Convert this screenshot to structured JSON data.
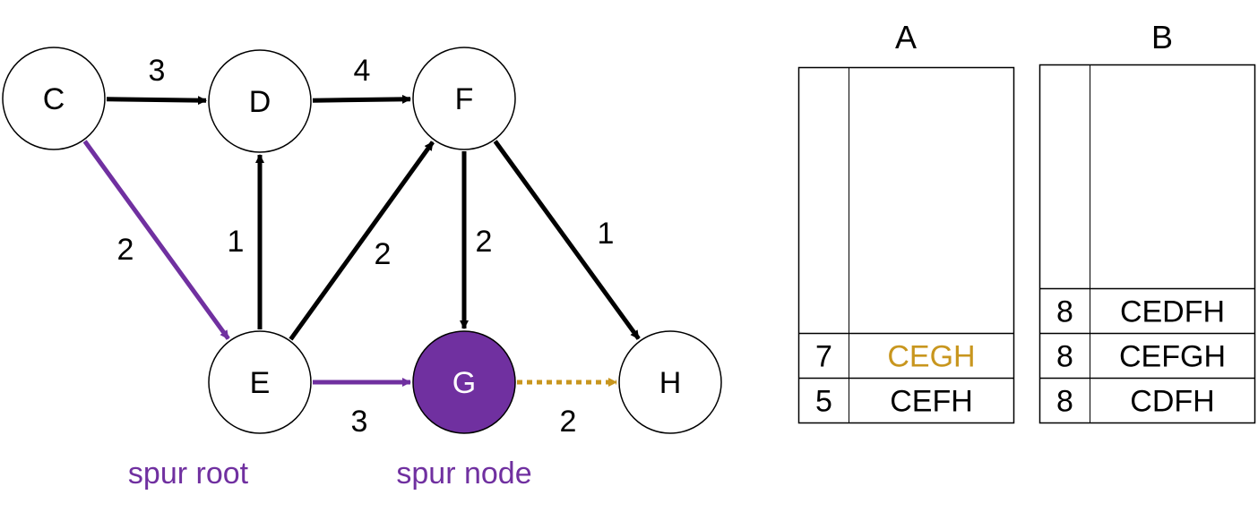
{
  "colors": {
    "default_edge": "#000000",
    "spur_path": "#7030a0",
    "spur_node_fill": "#7030a0",
    "candidate": "#c8961e",
    "node_fill": "#ffffff",
    "node_stroke": "#000000",
    "text": "#000000"
  },
  "graph": {
    "nodes": [
      {
        "id": "C",
        "label": "C",
        "highlight": false
      },
      {
        "id": "D",
        "label": "D",
        "highlight": false
      },
      {
        "id": "F",
        "label": "F",
        "highlight": false
      },
      {
        "id": "E",
        "label": "E",
        "highlight": false
      },
      {
        "id": "G",
        "label": "G",
        "highlight": true
      },
      {
        "id": "H",
        "label": "H",
        "highlight": false
      }
    ],
    "edges": [
      {
        "from": "C",
        "to": "D",
        "weight": "3",
        "style": "default"
      },
      {
        "from": "D",
        "to": "F",
        "weight": "4",
        "style": "default"
      },
      {
        "from": "C",
        "to": "E",
        "weight": "2",
        "style": "spur"
      },
      {
        "from": "E",
        "to": "D",
        "weight": "1",
        "style": "default"
      },
      {
        "from": "E",
        "to": "F",
        "weight": "2",
        "style": "default"
      },
      {
        "from": "F",
        "to": "G",
        "weight": "2",
        "style": "default"
      },
      {
        "from": "F",
        "to": "H",
        "weight": "1",
        "style": "default"
      },
      {
        "from": "E",
        "to": "G",
        "weight": "3",
        "style": "spur"
      },
      {
        "from": "G",
        "to": "H",
        "weight": "2",
        "style": "candidate"
      }
    ]
  },
  "annotations": {
    "spur_root": "spur root",
    "spur_node": "spur node"
  },
  "table_a": {
    "title": "A",
    "rows": [
      {
        "cost": "7",
        "path": "CEGH",
        "highlight": true
      },
      {
        "cost": "5",
        "path": "CEFH",
        "highlight": false
      }
    ]
  },
  "table_b": {
    "title": "B",
    "rows": [
      {
        "cost": "8",
        "path": "CEDFH",
        "highlight": false
      },
      {
        "cost": "8",
        "path": "CEFGH",
        "highlight": false
      },
      {
        "cost": "8",
        "path": "CDFH",
        "highlight": false
      }
    ]
  }
}
